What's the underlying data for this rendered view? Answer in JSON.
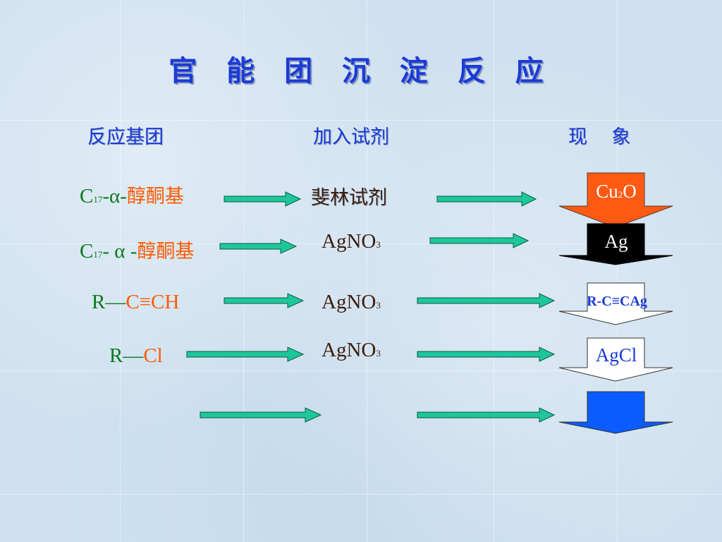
{
  "title": "官 能 团 沉 淀 反 应",
  "headers": {
    "group": "反应基团",
    "reagent": "加入试剂",
    "phenomenon": "现    象"
  },
  "rows": [
    {
      "group": {
        "c": "C",
        "sub": "17",
        "mid": "-α-",
        "name": "醇酮基"
      },
      "reagent": "斐林试剂",
      "result": "Cu",
      "result_sub": "2",
      "result_tail": "O",
      "result_fill": "#ff5a14",
      "result_text_color": "#ffffff"
    },
    {
      "group": {
        "c": "C",
        "sub": "17",
        "mid": "- α -",
        "name": "醇酮基"
      },
      "reagent": "AgNO",
      "reagent_sub": "3",
      "result": "Ag",
      "result_fill": "#000000",
      "result_text_color": "#ffffff"
    },
    {
      "group": {
        "r": "R—",
        "tail": "C≡CH"
      },
      "reagent": "AgNO",
      "reagent_sub": "3",
      "result": "R-C≡CAg",
      "result_fill": "#ffffff",
      "result_text_color": "#1a3bd6"
    },
    {
      "group": {
        "r": "R—",
        "tail": "Cl"
      },
      "reagent": "AgNO",
      "reagent_sub": "3",
      "result": "AgCl",
      "result_fill": "#ffffff",
      "result_text_color": "#1a3bd6"
    },
    {
      "result": "",
      "result_fill": "#0a5cff"
    }
  ],
  "colors": {
    "arrow_fill": "#1ec79b",
    "arrow_outline": "#0b5a3d",
    "title": "#1a3bd6",
    "green_text": "#0a7a1e",
    "orange_text": "#ff5a00"
  }
}
